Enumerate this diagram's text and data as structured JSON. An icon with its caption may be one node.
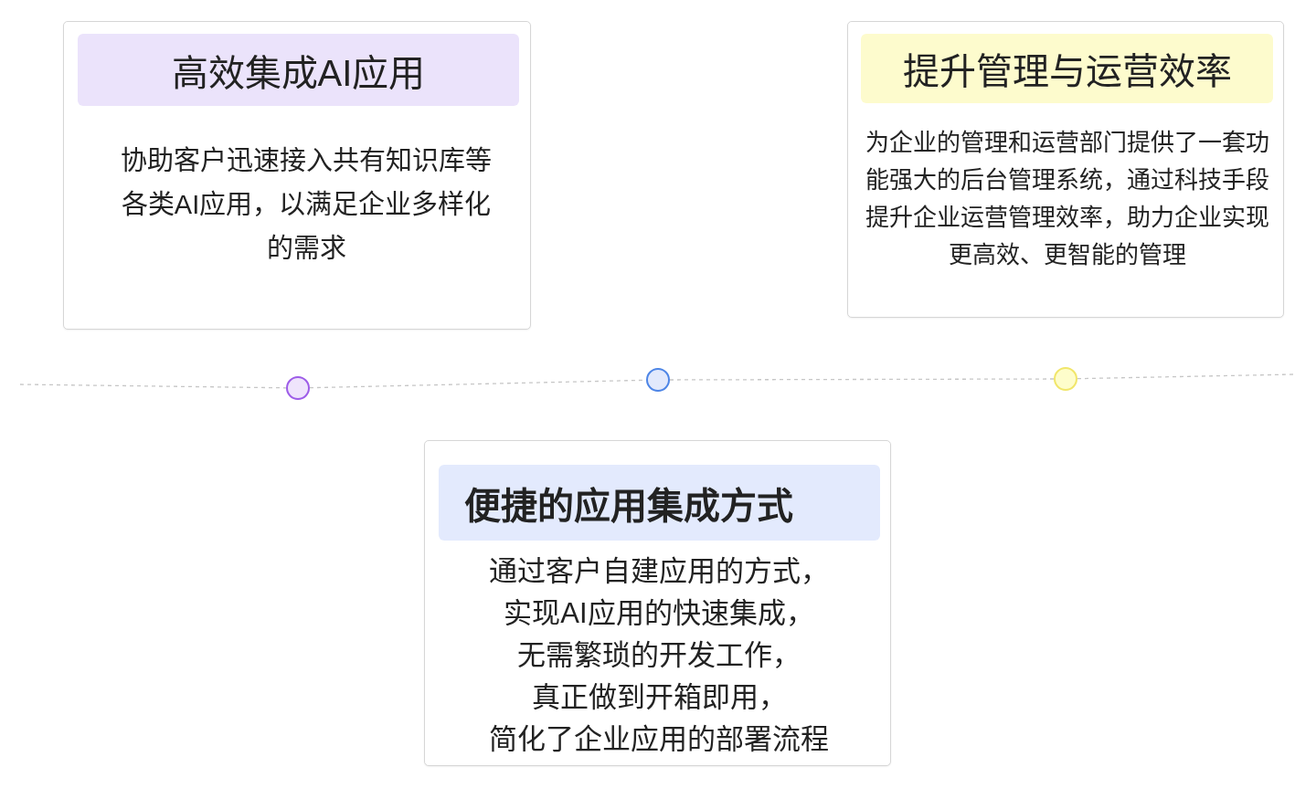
{
  "diagram": {
    "nodes": [
      {
        "text": [
          "协助客户迅速接入共有知识库等各类AI应用，以满足企业多样化的需求"
        ]
      },
      {
        "text": [
          "高效集成AI应用"
        ],
        "in": 0
      },
      {
        "text": [
          "为企业的管理和运营部门提供了一套功能强大的后台管理系统，通过科技手段提升企业运营管理效率，助力企业实现更高效、更智能的管理"
        ]
      },
      {
        "text": [
          "提升管理与运营效率"
        ],
        "in": 2
      },
      {
        "text": [],
        "shape": "circle"
      },
      {
        "text": [],
        "shape": "circle"
      },
      {
        "text": [],
        "shape": "circle"
      },
      {
        "text": [
          "通过客户自建应用的方式，实现AI应用的快速集成，无需繁琐的开发工作，真正做到开箱即用，简化了企业应用的部署流程"
        ]
      },
      {
        "text": [
          "便捷的应用集成方式"
        ],
        "in": 7
      }
    ],
    "edges": [
      {
        "from": null,
        "to": 4,
        "arrow": "none",
        "style": "dashed"
      },
      {
        "from": 4,
        "to": 5,
        "arrow": "none",
        "style": "dashed"
      },
      {
        "from": 5,
        "to": 6,
        "arrow": "none",
        "style": "dashed"
      },
      {
        "from": 6,
        "to": null,
        "arrow": "none",
        "style": "dashed"
      }
    ]
  }
}
